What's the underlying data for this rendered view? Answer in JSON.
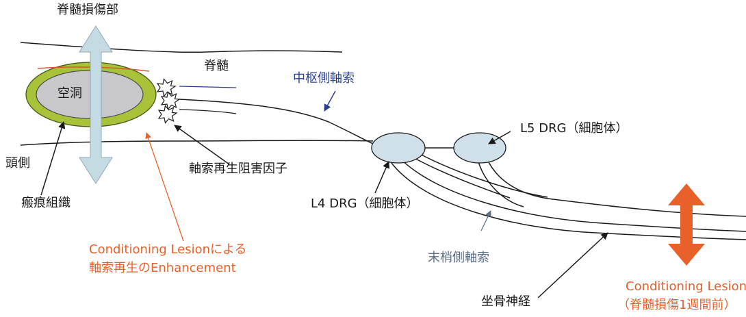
{
  "labels": {
    "spinal_injury_site": "脊髄損傷部",
    "spinal_cord": "脊髄",
    "cavity": "空洞",
    "central_axon": "中枢側軸索",
    "l5_drg": "L5 DRG（細胞体）",
    "cranial_side": "頭側",
    "inhibitory_factors": "軸索再生阻害因子",
    "scar_tissue": "瘢痕組織",
    "l4_drg": "L4 DRG（細胞体）",
    "conditioning_enhancement_line1": "Conditioning Lesionによる",
    "conditioning_enhancement_line2": "軸索再生のEnhancement",
    "peripheral_axon": "末梢側軸索",
    "sciatic_nerve": "坐骨神経",
    "conditioning_lesion_line1": "Conditioning Lesion",
    "conditioning_lesion_line2": "（脊髄損傷1週間前）"
  },
  "colors": {
    "line": "#1a1a1a",
    "blue_text": "#2b3f8f",
    "orange": "#e8602a",
    "arrow_blue": "#c5dbe3",
    "drg_fill": "#cfe0ea",
    "scar_ring": "#a8c23a",
    "cavity_fill": "#c8c8cc"
  }
}
